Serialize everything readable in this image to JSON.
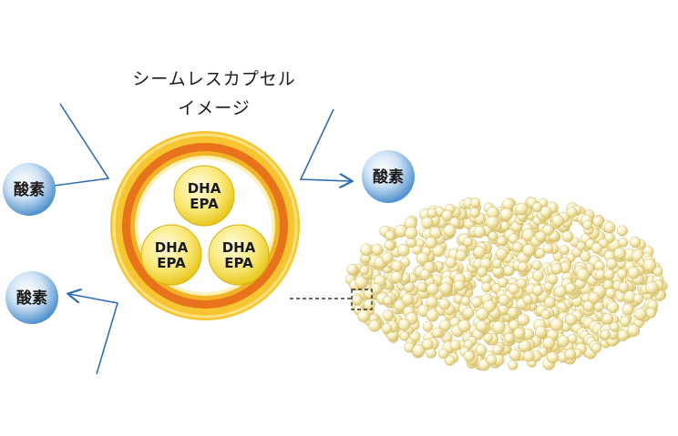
{
  "title": {
    "line1": "シームレスカプセル",
    "line2": "イメージ"
  },
  "oxygen_label": "酸素",
  "inner_capsule": {
    "line1": "DHA",
    "line2": "EPA"
  },
  "colors": {
    "outer_ring": "#f2b21c",
    "inner_ring": "#e8731a",
    "ring_glow": "#fff2b8",
    "oxygen_bubble": "#3e86c9",
    "dha_bubble": "#f6d81e",
    "arrow": "#2f6fb5",
    "beads": "#f3e6a5"
  }
}
